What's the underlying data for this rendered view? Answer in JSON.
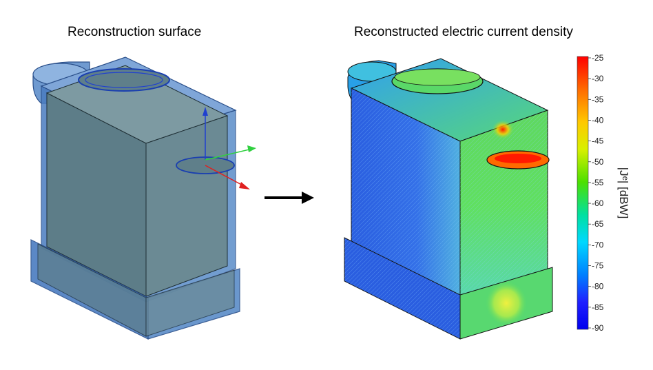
{
  "figure": {
    "left_title": "Reconstruction surface",
    "right_title": "Reconstructed electric current density"
  },
  "colorbar": {
    "label": "|Jᵉ| [dBW]",
    "ticks": [
      "-25",
      "-30",
      "-35",
      "-40",
      "-45",
      "-50",
      "-55",
      "-60",
      "-65",
      "-70",
      "-75",
      "-80",
      "-85",
      "-90"
    ],
    "colors": [
      "#ff0000",
      "#ff6a00",
      "#ffc800",
      "#d8f000",
      "#4ce000",
      "#00e0a0",
      "#00d8ff",
      "#0080ff",
      "#2020ff",
      "#0000ee"
    ]
  },
  "colors": {
    "surface_fill": "#4a7cc0",
    "box_fill": "#5d7d88",
    "axis_x": "#e02020",
    "axis_y": "#30d040",
    "axis_z": "#2040d0",
    "current_low": "#2a52e8",
    "current_mid": "#38d868",
    "current_high": "#ff1a00"
  },
  "arrow": {
    "icon": "right-arrow-icon"
  }
}
